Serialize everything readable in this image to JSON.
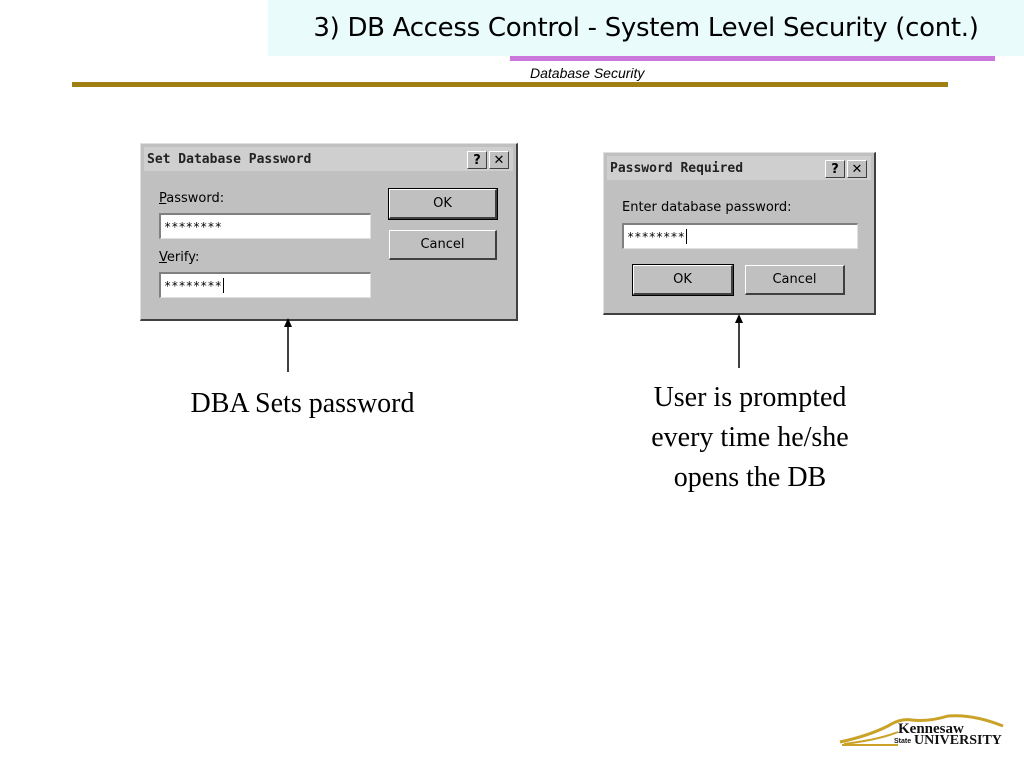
{
  "slide": {
    "title": "3) DB Access Control - System Level Security (cont.)",
    "subtitle": "Database Security",
    "colors": {
      "title_bg": "#e9fbfb",
      "pink_rule": "#cc77dd",
      "gold_rule": "#a07f12"
    }
  },
  "dialog_set": {
    "title": "Set Database Password",
    "help_label": "?",
    "close_label": "✕",
    "password_label_accel": "P",
    "password_label_rest": "assword:",
    "password_value": "********",
    "verify_label_accel": "V",
    "verify_label_rest": "erify:",
    "verify_value": "********",
    "ok_label": "OK",
    "cancel_label": "Cancel"
  },
  "dialog_required": {
    "title": "Password Required",
    "help_label": "?",
    "close_label": "✕",
    "prompt_label": "Enter database password:",
    "password_value": "********",
    "ok_label": "OK",
    "cancel_label": "Cancel"
  },
  "captions": {
    "left": "DBA Sets password",
    "right_line1": "User is prompted",
    "right_line2": "every time he/she",
    "right_line3": "opens the DB"
  },
  "logo": {
    "word1": "Kennesaw",
    "word2": "State",
    "word3": "UNIVERSITY"
  }
}
